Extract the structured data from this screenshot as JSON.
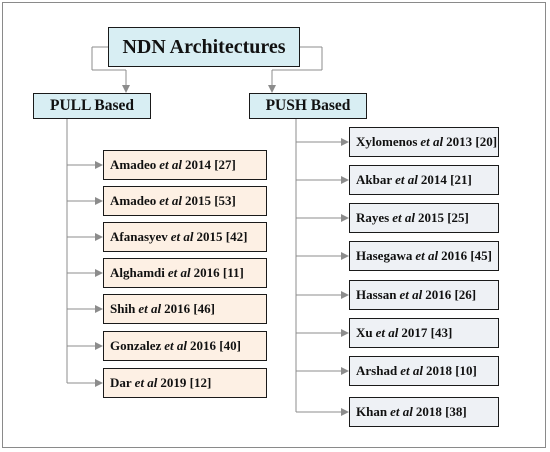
{
  "root": {
    "label": "NDN Architectures"
  },
  "categories": [
    {
      "label": "PULL Based"
    },
    {
      "label": "PUSH Based"
    }
  ],
  "pull_items": [
    {
      "author": "Amadeo",
      "et": "et al",
      "rest": "2014 [27]"
    },
    {
      "author": "Amadeo",
      "et": "et al",
      "rest": "2015 [53]"
    },
    {
      "author": "Afanasyev",
      "et": "et al",
      "rest": "2015 [42]"
    },
    {
      "author": "Alghamdi",
      "et": "et al",
      "rest": "2016 [11]"
    },
    {
      "author": "Shih",
      "et": "et al",
      "rest": "2016 [46]"
    },
    {
      "author": "Gonzalez",
      "et": "et al",
      "rest": "2016 [40]"
    },
    {
      "author": "Dar",
      "et": "et al",
      "rest": "2019 [12]"
    }
  ],
  "push_items": [
    {
      "author": "Xylomenos",
      "et": "et al",
      "rest": "2013 [20]"
    },
    {
      "author": "Akbar",
      "et": "et al",
      "rest": "2014 [21]"
    },
    {
      "author": "Rayes",
      "et": "et al",
      "rest": "2015 [25]"
    },
    {
      "author": "Hasegawa",
      "et": "et al",
      "rest": "2016 [45]"
    },
    {
      "author": "Hassan",
      "et": "et al",
      "rest": "2016 [26]"
    },
    {
      "author": "Xu",
      "et": "et al",
      "rest": "2017 [43]"
    },
    {
      "author": "Arshad",
      "et": "et al",
      "rest": "2018 [10]"
    },
    {
      "author": "Khan",
      "et": "et al",
      "rest": "2018 [38]"
    }
  ],
  "colors": {
    "header_fill": "#d8eef3",
    "pull_fill": "#fdf0e4",
    "push_fill": "#eef1f5",
    "connector": "#8c8c8c"
  }
}
